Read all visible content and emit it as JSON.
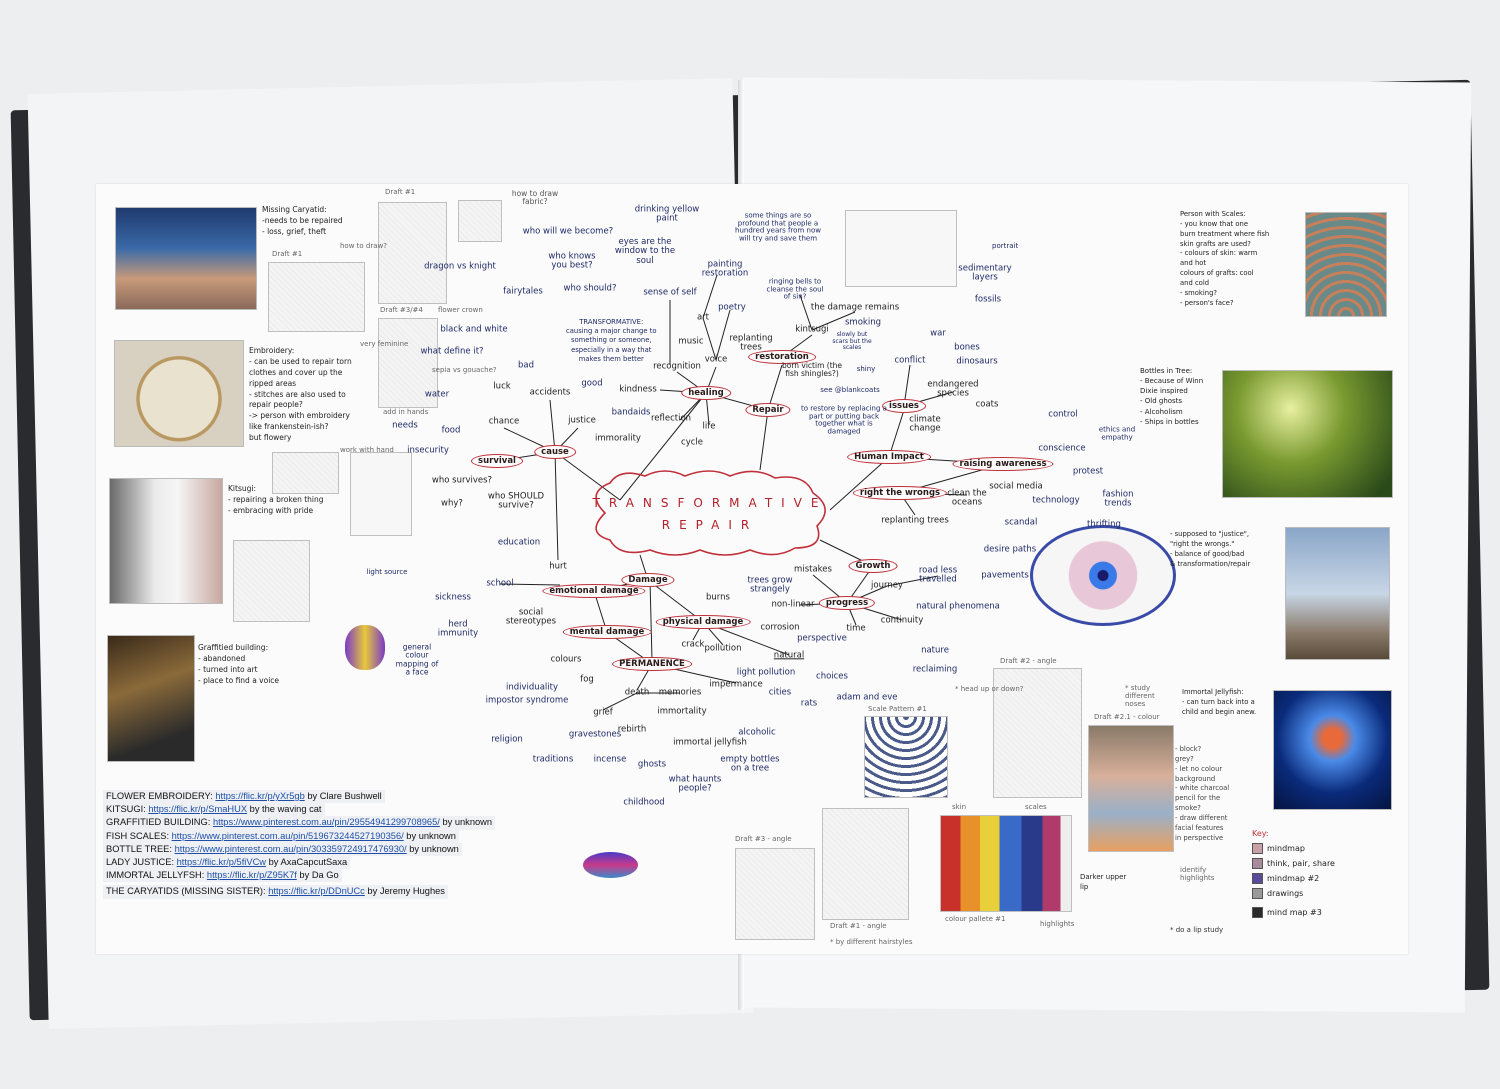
{
  "mind_map": {
    "center_title": "TRANSFORMATIVE",
    "center_subtitle": "REPAIR",
    "definition": "TRANSFORMATIVE:\ncausing a major change to\nsomething or someone,\nespecially in a way that\nmakes them better",
    "branches": [
      "cause",
      "survival",
      "healing",
      "Repair",
      "restoration",
      "issues",
      "Human Impact",
      "raising awareness",
      "right the wrongs",
      "Growth",
      "progress",
      "Damage",
      "emotional damage",
      "mental damage",
      "physical damage",
      "PERMANENCE"
    ],
    "words": [
      "luck",
      "accidents",
      "good",
      "chance",
      "justice",
      "immorality",
      "kindness",
      "bandaids",
      "reflection",
      "life",
      "cycle",
      "recognition",
      "voice",
      "music",
      "art",
      "poetry",
      "painting restoration",
      "sense of self",
      "drinking yellow paint",
      "eyes are the window to the soul",
      "who knows you best?",
      "who should?",
      "who will we become?",
      "dragon vs knight",
      "fairytales",
      "black and white",
      "what define it?",
      "bad",
      "who survives?",
      "why?",
      "who SHOULD survive?",
      "food",
      "needs",
      "water",
      "insecurity",
      "kintsugi",
      "the damage remains",
      "ringing bells to cleanse the soul of sin?",
      "replanting trees",
      "born victim (the fish shingles?)",
      "smoking",
      "conflict",
      "war",
      "fossils",
      "sedimentary layers",
      "bones",
      "dinosaurs",
      "endangered species",
      "coats",
      "climate change",
      "control",
      "conscience",
      "ethics and empathy",
      "protest",
      "social media",
      "technology",
      "fashion trends",
      "clean the oceans",
      "scandal",
      "thrifting",
      "replanting trees",
      "desire paths",
      "road less travelled",
      "pavements",
      "journey",
      "mistakes",
      "trees grow strangely",
      "non-linear",
      "natural phenomena",
      "continuity",
      "time",
      "perspective",
      "nature",
      "reclaiming",
      "choices",
      "adam and eve",
      "corrosion",
      "burns",
      "crack",
      "pollution",
      "natural",
      "light pollution",
      "cities",
      "rats",
      "impermance",
      "memories",
      "death",
      "immortality",
      "grief",
      "rebirth",
      "immortal jellyfish",
      "gravestones",
      "incense",
      "ghosts",
      "childhood",
      "what haunts people?",
      "empty bottles on a tree",
      "alcoholic",
      "religion",
      "traditions",
      "impostor syndrome",
      "individuality",
      "colours",
      "fog",
      "social stereotypes",
      "hurt",
      "education",
      "school",
      "sickness",
      "herd immunity",
      "to restore by replacing a part or putting back together what is damaged",
      "some things are so profound that people a hundred years from now will try and save them",
      "how to draw fabric?",
      "see @blankcoats",
      "light source",
      "general colour mapping of a face",
      "slowly but scars but the scales",
      "shiny"
    ]
  },
  "notes": {
    "caryatid": "Missing Caryatid:\n-needs to be repaired\n- loss, grief, theft",
    "embroidery": "Embroidery:\n- can be used to repair torn\n  clothes and cover up the\n  ripped areas\n- stitches are also used to\n  repair people?\n  -> person with embroidery\n  like frankenstein-ish?\n  but flowery",
    "kitsugi": "Kitsugi:\n- repairing a broken thing\n- embracing with pride",
    "graffiti": "Graffitied building:\n- abandoned\n- turned into art\n- place to find a voice",
    "scales": "Person with Scales:\n- you know that one\n  burn treatment where fish\n  skin grafts are used?\n- colours of skin: warm\n  and hot\n  colours of grafts: cool\n  and cold\n- smoking?\n- person's face?",
    "bottles": "Bottles in Tree:\n- Because of Winn\n  Dixie inspired\n- Old ghosts\n- Alcoholism\n- Ships in bottles",
    "justice": "- supposed to \"justice\",\n  \"right the wrongs.\"\n- balance of good/bad\n  & transformation/repair",
    "jellyfish": "Immortal Jellyfish:\n- can turn back into a\n  child and begin anew.",
    "portrait": "- block?\n  grey?\n- let no colour\n  background\n- white charcoal\n  pencil for the\n  smoke?\n- draw different\n  facial features\n  in perspective",
    "lips": "Darker upper\nlip"
  },
  "drawing_labels": [
    "Draft #1",
    "Draft #1",
    "Draft #3/#4",
    "Draft #2 - angle",
    "Draft #2.1 - colour",
    "Draft #3 - angle",
    "Draft #1 - angle",
    "Scale Pattern #1",
    "skin",
    "scales",
    "colour pallete #1",
    "highlights",
    "portrait",
    "very feminine",
    "add in hands",
    "work with hand",
    "how to draw?",
    "sepia vs gouache?",
    "flower crown",
    "* do a lip study",
    "identify highlights",
    "* study different noses",
    "* by different hairstyles",
    "* head up or down?"
  ],
  "references": [
    {
      "label": "FLOWER EMBROIDERY:",
      "url": "https://flic.kr/p/yXr5gb",
      "credit": "by Clare Bushwell"
    },
    {
      "label": "KITSUGI:",
      "url": "https://flic.kr/p/SmaHUX",
      "credit": "by the waving cat"
    },
    {
      "label": "GRAFFITIED BUILDING:",
      "url": "https://www.pinterest.com.au/pin/29554941299708965/",
      "credit": "by unknown"
    },
    {
      "label": "FISH SCALES:",
      "url": "https://www.pinterest.com.au/pin/519673244527190356/",
      "credit": "by unknown"
    },
    {
      "label": "BOTTLE TREE:",
      "url": "https://www.pinterest.com.au/pin/303359724917476930/",
      "credit": "by unknown"
    },
    {
      "label": "LADY JUSTICE:",
      "url": "https://flic.kr/p/5fiVCw",
      "credit": "by AxaCapcutSaxa"
    },
    {
      "label": "IMMORTAL JELLYFSH:",
      "url": "https://flic.kr/p/Z95K7f",
      "credit": "by Da Go"
    },
    {
      "label": "THE CARYATIDS (MISSING SISTER):",
      "url": "https://flic.kr/p/DDnUCc",
      "credit": "by Jeremy Hughes"
    }
  ],
  "key": {
    "title": "Key:",
    "items": [
      "mindmap",
      "think, pair, share",
      "mindmap #2",
      "drawings",
      "mind map #3"
    ],
    "colors": [
      "#c9a0a8",
      "#a88a9a",
      "#5a4a9a",
      "#9a9a9a",
      "#2a2a2a"
    ]
  },
  "colors": {
    "accent_red": "#c0303a",
    "ink_blue": "#1f2a66",
    "ink_black": "#222222"
  }
}
